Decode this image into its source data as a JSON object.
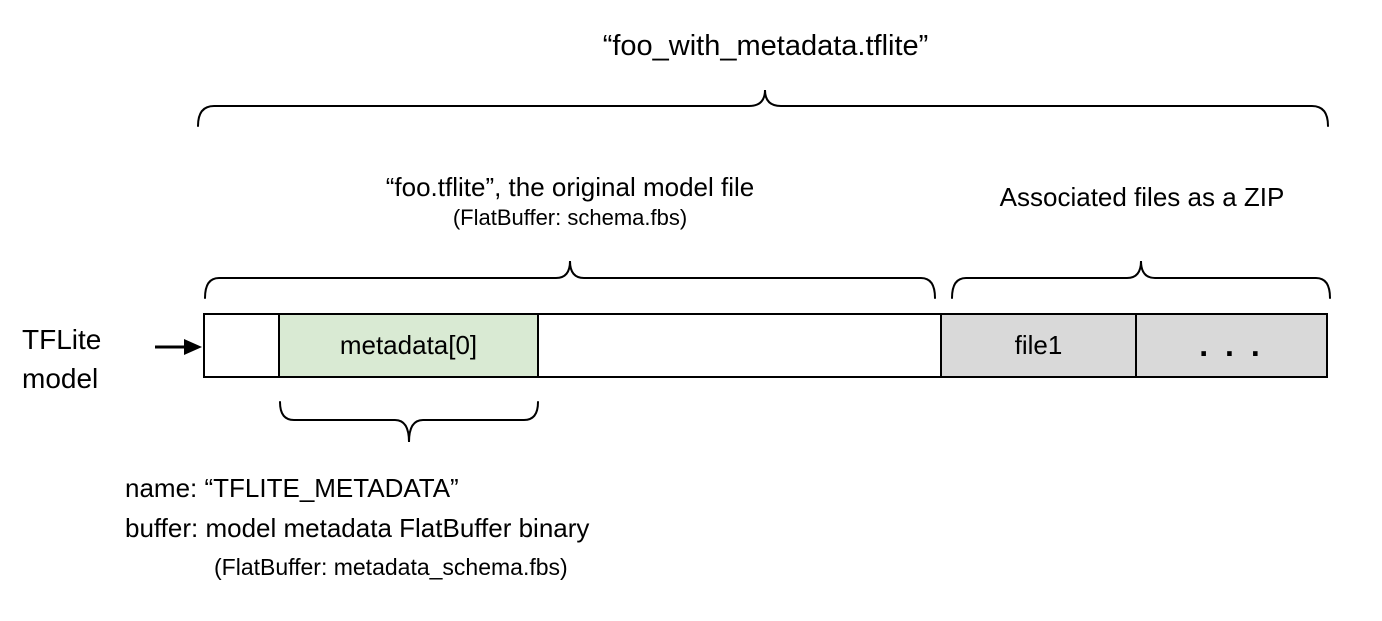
{
  "diagram": {
    "title": "“foo_with_metadata.tflite”",
    "model_section": {
      "label": "“foo.tflite”, the original model file",
      "sublabel": "(FlatBuffer: schema.fbs)"
    },
    "zip_section": {
      "label": "Associated files as a ZIP"
    },
    "pointer_label": {
      "line1": "TFLite",
      "line2": "model"
    },
    "segments": [
      {
        "id": "leading-padding",
        "label": "",
        "fill": "#ffffff"
      },
      {
        "id": "metadata0",
        "label": "metadata[0]",
        "fill": "#d9ead3"
      },
      {
        "id": "model-content",
        "label": "",
        "fill": "#ffffff"
      },
      {
        "id": "file1",
        "label": "file1",
        "fill": "#d9d9d9"
      },
      {
        "id": "more-files",
        "label": ". . .",
        "fill": "#d9d9d9"
      }
    ],
    "metadata_note": {
      "line1": "name: “TFLITE_METADATA”",
      "line2": "buffer: model metadata FlatBuffer binary",
      "line3": "(FlatBuffer: metadata_schema.fbs)"
    },
    "colors": {
      "segment_green": "#d9ead3",
      "segment_gray": "#d9d9d9",
      "line": "#000000"
    }
  }
}
